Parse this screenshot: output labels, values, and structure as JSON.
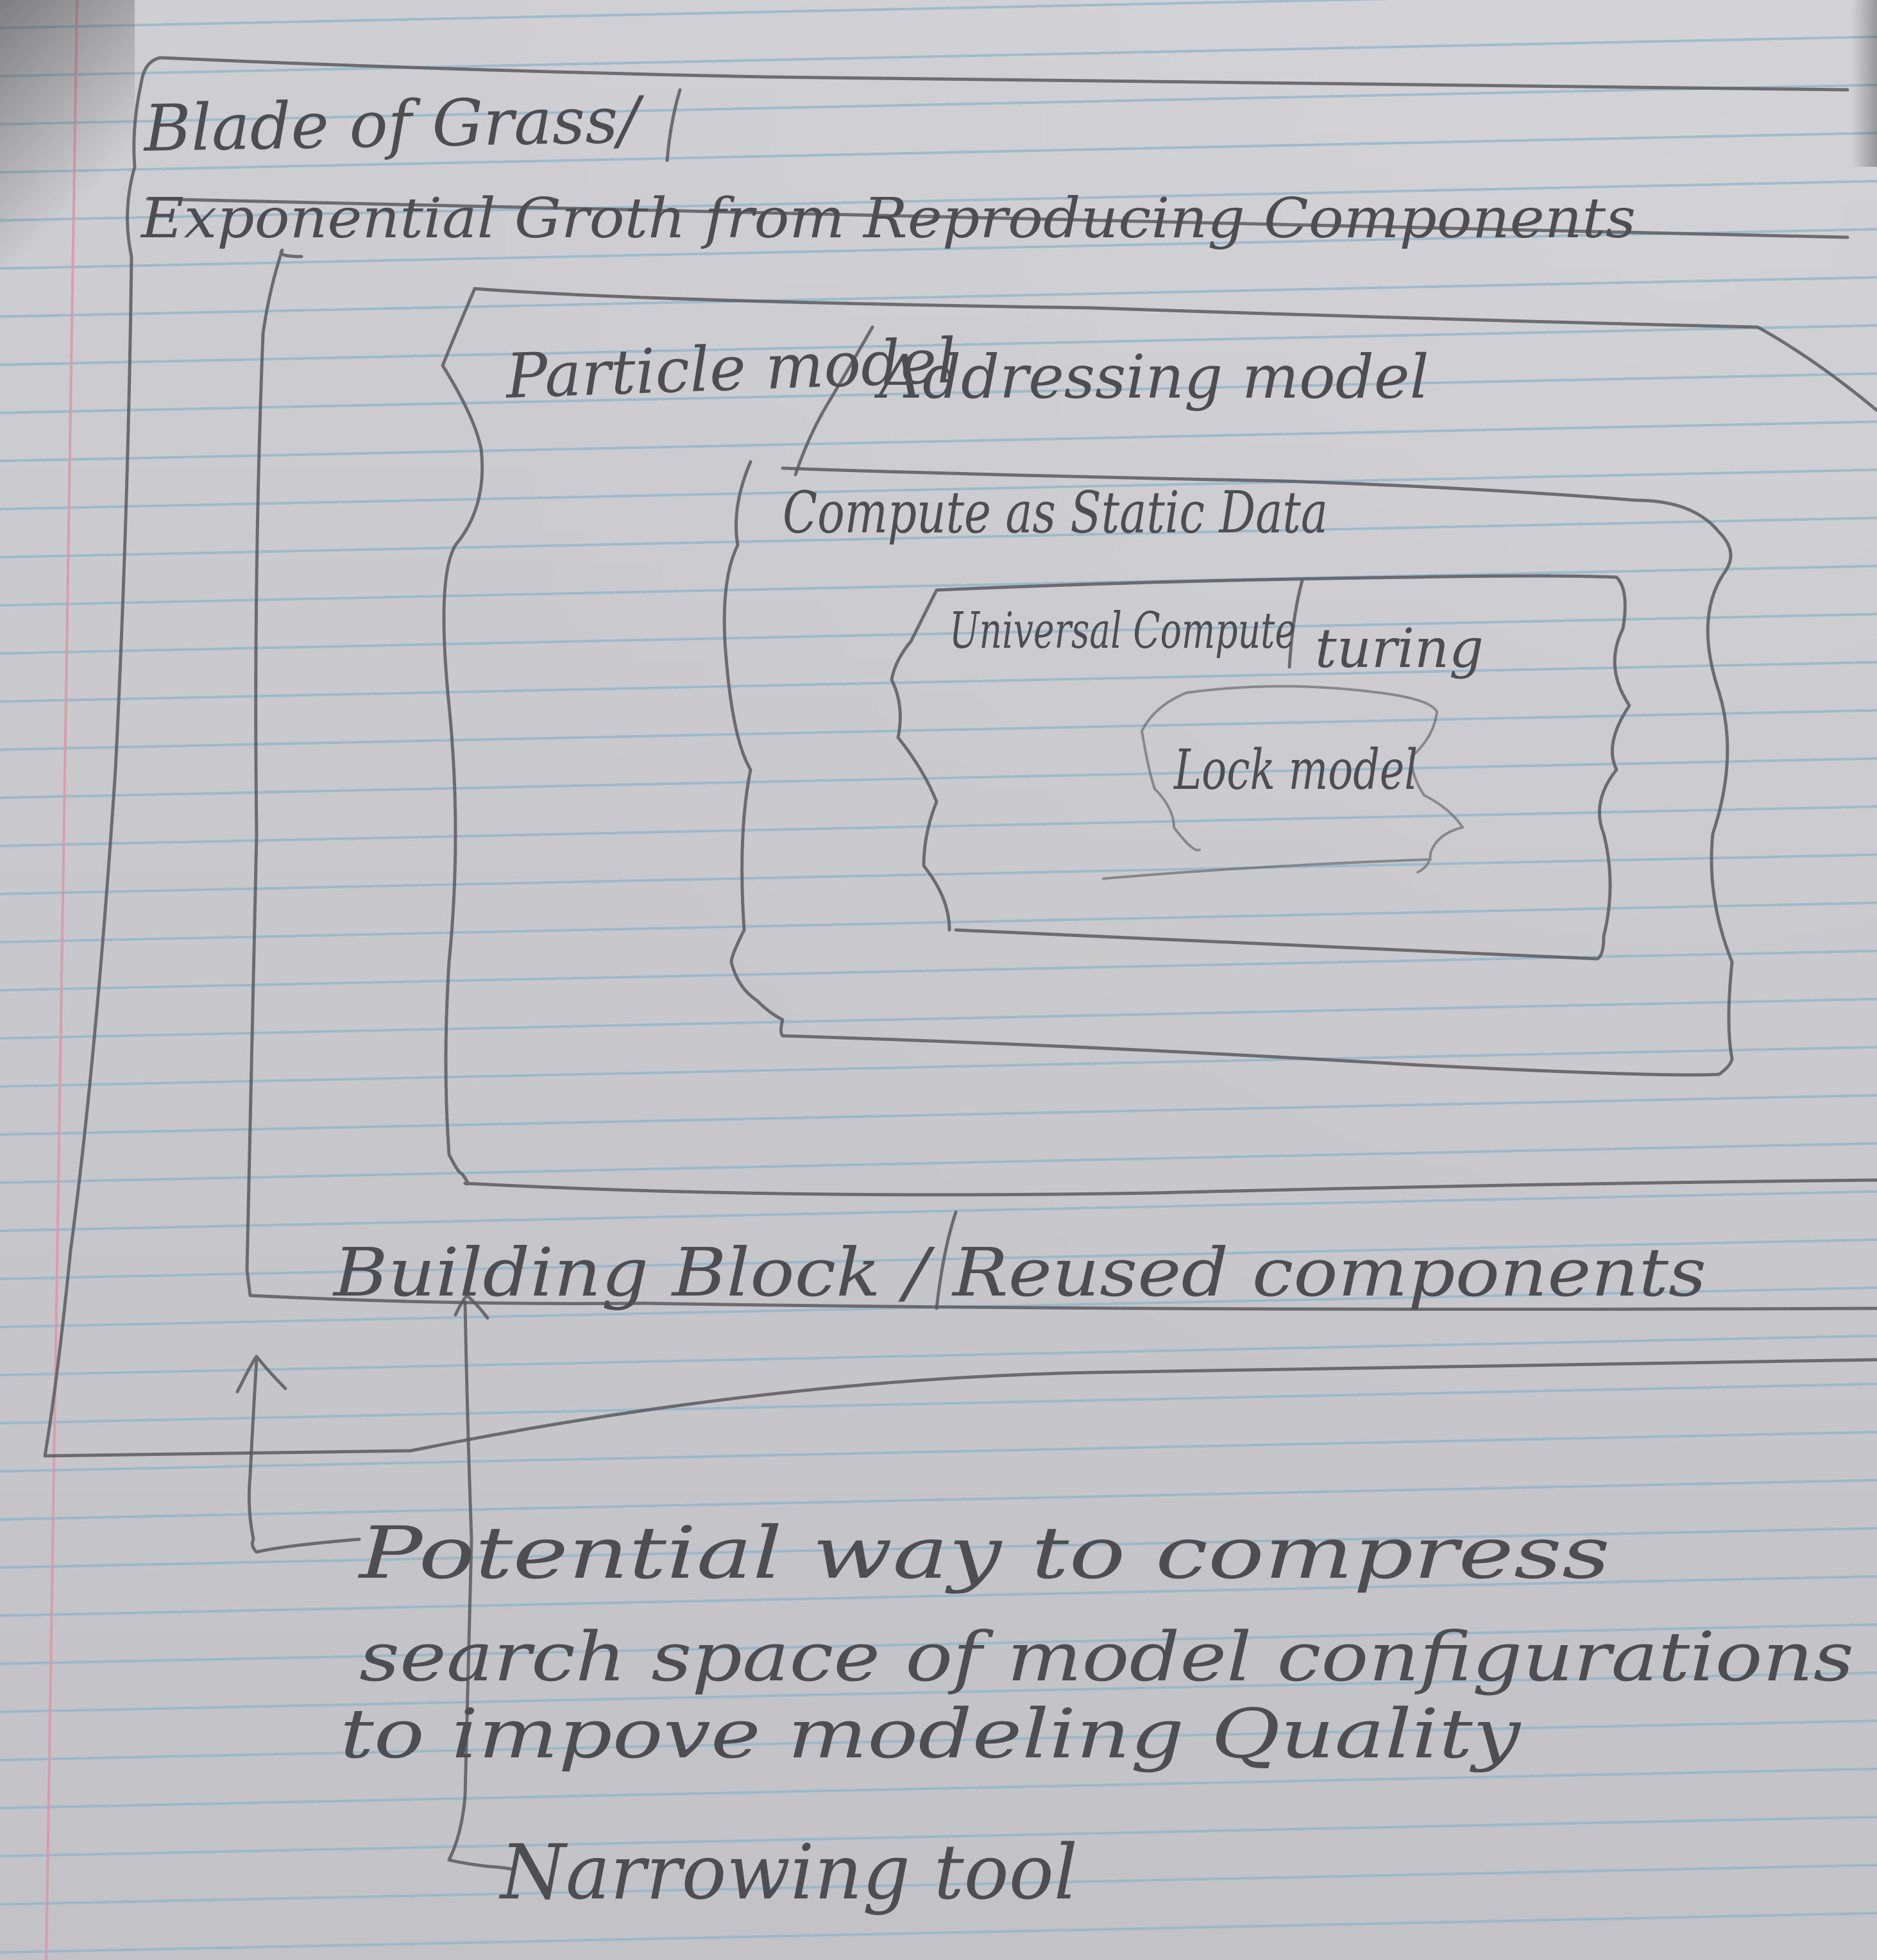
{
  "paper": {
    "rule_color": "#8fb3c8",
    "margin_color": "#d99aa6",
    "ink_color": "#4d4d52"
  },
  "diagram": {
    "title_line_1": "Blade of Grass/",
    "title_line_2": "Exponential Groth from Reproducing Components",
    "particle_model": "Particle model",
    "separator_1": "/",
    "addressing_model": "Addressing model",
    "compute_as_static_data": "Compute as Static Data",
    "universal_compute": "Universal Compute",
    "separator_2": "/",
    "turing": "turing",
    "lock_model": "Lock model",
    "building_block": "Building Block / Reused components",
    "note_line_1": "Potential way to compress",
    "note_line_2": "search space of model configurations",
    "note_line_3": "to impove modeling Quality",
    "narrowing_tool": "Narrowing tool"
  }
}
